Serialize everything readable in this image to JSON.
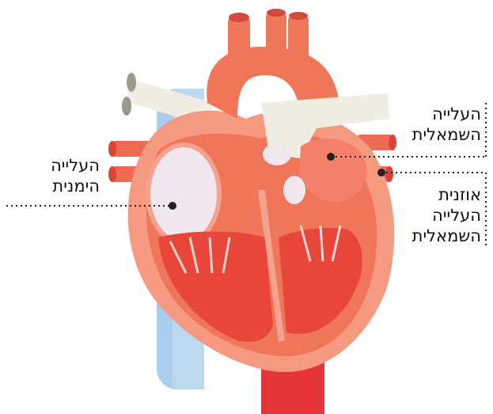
{
  "labels": {
    "right_atrium": {
      "line1": "העלייה",
      "line2": "הימנית"
    },
    "left_atrium": {
      "line1": "העלייה",
      "line2": "השמאלית"
    },
    "left_auricle": {
      "line1": "אוזנית",
      "line2": "העלייה",
      "line3": "השמאלית"
    }
  },
  "colors": {
    "heart_outer": "#f59a80",
    "heart_main": "#ef7658",
    "muscle": "#e8463a",
    "chamber_inner": "#f3a38f",
    "vena_cava_blue": "#a9cdea",
    "pulmonary_artery": "#f0ede2",
    "atrium_fill": "#f1e7ef",
    "aorta_bottom": "#e5343a",
    "leader_line": "#222222"
  },
  "icons": {
    "heart": "anatomical-heart-cross-section"
  }
}
